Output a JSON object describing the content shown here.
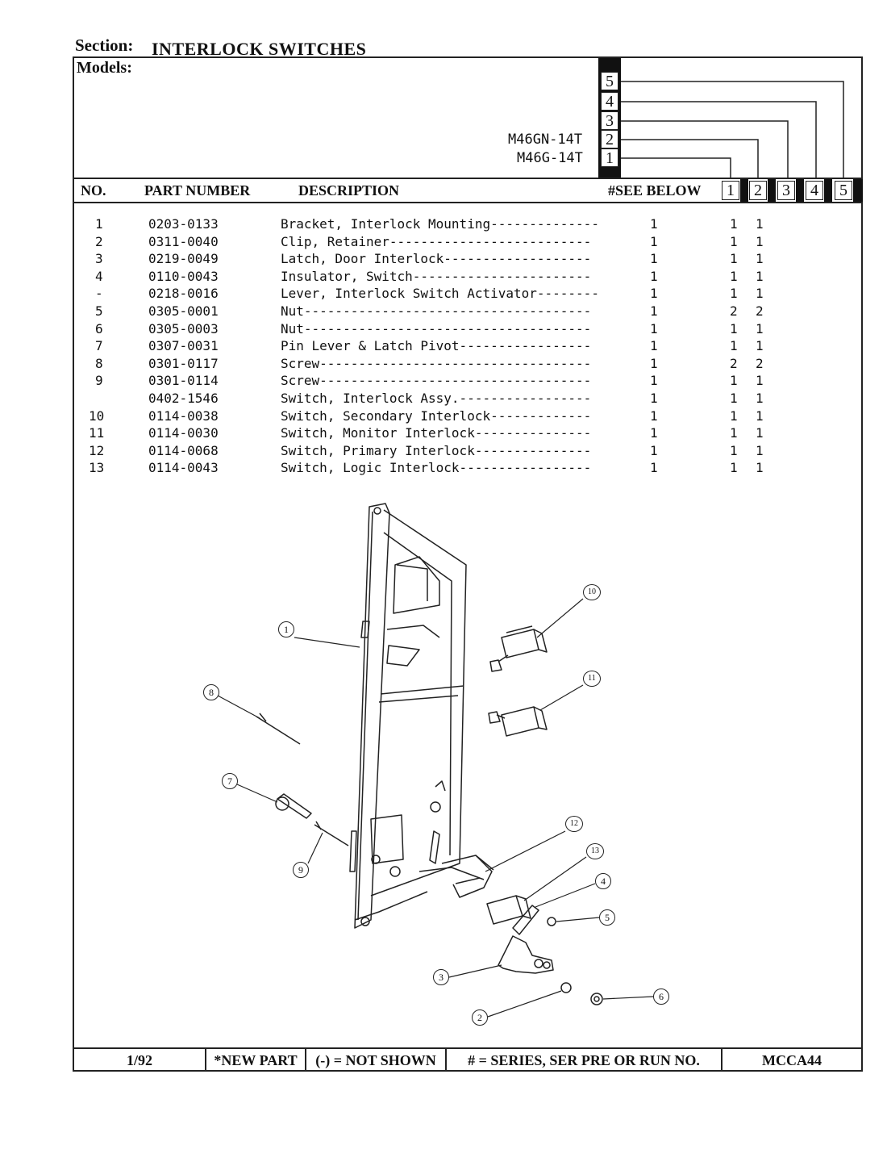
{
  "header": {
    "section_label": "Section:",
    "section_title": "INTERLOCK SWITCHES",
    "models_label": "Models:",
    "model_slots": [
      "5",
      "4",
      "3",
      "2",
      "1"
    ],
    "models": [
      {
        "slot": "2",
        "name": "M46GN-14T"
      },
      {
        "slot": "1",
        "name": "M46G-14T"
      }
    ]
  },
  "table": {
    "columns": {
      "no": "NO.",
      "part_number": "PART NUMBER",
      "description": "DESCRIPTION",
      "see_below": "#SEE BELOW",
      "model_cols": [
        "1",
        "2",
        "3",
        "4",
        "5"
      ]
    },
    "rows": [
      {
        "no": "1",
        "part": "0203-0133",
        "desc": "Bracket, Interlock Mounting--------------",
        "qty": "1",
        "m1": "1",
        "m2": "1"
      },
      {
        "no": "2",
        "part": "0311-0040",
        "desc": "Clip, Retainer--------------------------",
        "qty": "1",
        "m1": "1",
        "m2": "1"
      },
      {
        "no": "3",
        "part": "0219-0049",
        "desc": "Latch, Door Interlock-------------------",
        "qty": "1",
        "m1": "1",
        "m2": "1"
      },
      {
        "no": "4",
        "part": "0110-0043",
        "desc": "Insulator, Switch-----------------------",
        "qty": "1",
        "m1": "1",
        "m2": "1"
      },
      {
        "no": "-",
        "part": "0218-0016",
        "desc": "Lever, Interlock Switch Activator--------",
        "qty": "1",
        "m1": "1",
        "m2": "1"
      },
      {
        "no": "5",
        "part": "0305-0001",
        "desc": "Nut-------------------------------------",
        "qty": "1",
        "m1": "2",
        "m2": "2"
      },
      {
        "no": "6",
        "part": "0305-0003",
        "desc": "Nut-------------------------------------",
        "qty": "1",
        "m1": "1",
        "m2": "1"
      },
      {
        "no": "7",
        "part": "0307-0031",
        "desc": "Pin Lever & Latch Pivot-----------------",
        "qty": "1",
        "m1": "1",
        "m2": "1"
      },
      {
        "no": "8",
        "part": "0301-0117",
        "desc": "Screw-----------------------------------",
        "qty": "1",
        "m1": "2",
        "m2": "2"
      },
      {
        "no": "9",
        "part": "0301-0114",
        "desc": "Screw-----------------------------------",
        "qty": "1",
        "m1": "1",
        "m2": "1"
      },
      {
        "no": "",
        "part": "0402-1546",
        "desc": "Switch, Interlock Assy.-----------------",
        "qty": "1",
        "m1": "1",
        "m2": "1"
      },
      {
        "no": "10",
        "part": "0114-0038",
        "desc": "Switch, Secondary Interlock-------------",
        "qty": "1",
        "m1": "1",
        "m2": "1"
      },
      {
        "no": "11",
        "part": "0114-0030",
        "desc": "Switch, Monitor Interlock---------------",
        "qty": "1",
        "m1": "1",
        "m2": "1"
      },
      {
        "no": "12",
        "part": "0114-0068",
        "desc": "Switch, Primary Interlock---------------",
        "qty": "1",
        "m1": "1",
        "m2": "1"
      },
      {
        "no": "13",
        "part": "0114-0043",
        "desc": "Switch, Logic Interlock-----------------",
        "qty": "1",
        "m1": "1",
        "m2": "1"
      }
    ]
  },
  "diagram": {
    "callouts": [
      "1",
      "2",
      "3",
      "4",
      "5",
      "6",
      "7",
      "8",
      "9",
      "10",
      "11",
      "12",
      "13"
    ]
  },
  "footer": {
    "date": "1/92",
    "new_part": "*NEW PART",
    "not_shown": "(-) = NOT SHOWN",
    "series": "# = SERIES, SER PRE OR RUN NO.",
    "code": "MCCA44"
  }
}
